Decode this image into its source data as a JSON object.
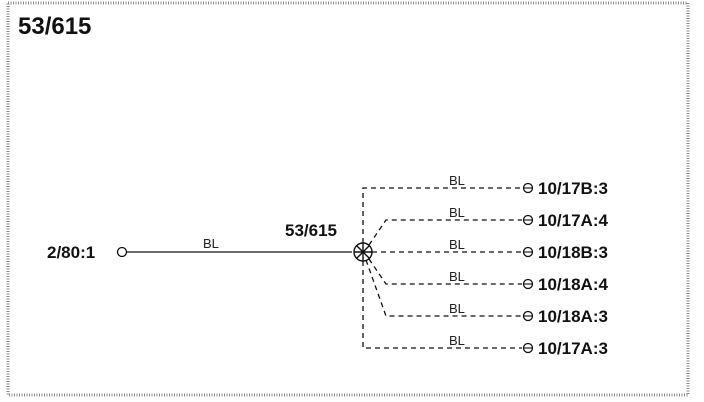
{
  "diagram": {
    "title": "53/615",
    "source": {
      "label": "2/80:1",
      "wire_label": "BL"
    },
    "splice": {
      "label": "53/615"
    },
    "branches": [
      {
        "label": "10/17B:3",
        "wire_label": "BL"
      },
      {
        "label": "10/17A:4",
        "wire_label": "BL"
      },
      {
        "label": "10/18B:3",
        "wire_label": "BL"
      },
      {
        "label": "10/18A:4",
        "wire_label": "BL"
      },
      {
        "label": "10/18A:3",
        "wire_label": "BL"
      },
      {
        "label": "10/17A:3",
        "wire_label": "BL"
      }
    ]
  }
}
